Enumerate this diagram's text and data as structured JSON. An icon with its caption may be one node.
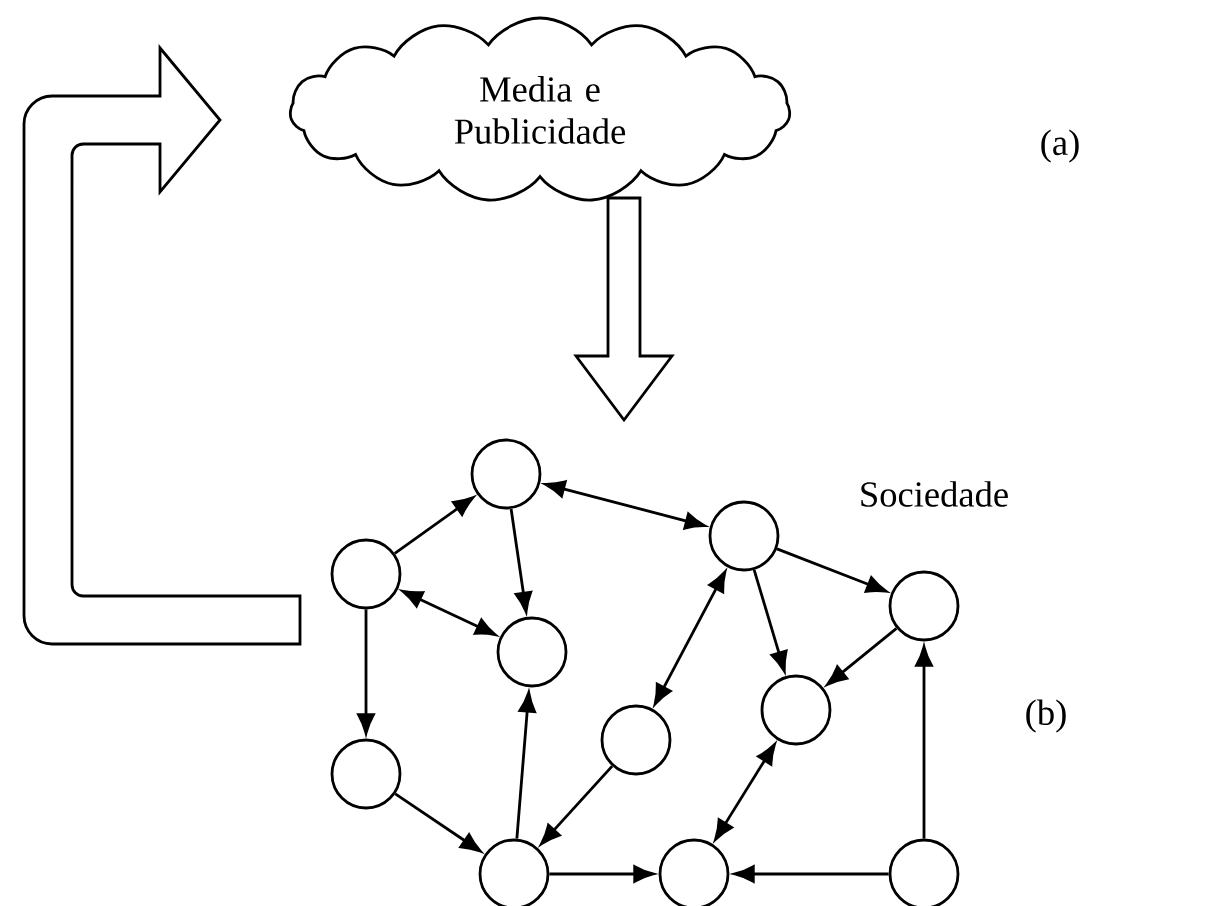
{
  "diagram": {
    "nodes": [
      {
        "text": [
          "Media e Publicidade"
        ]
      },
      {
        "text": [],
        "shape": "circle"
      },
      {
        "text": [],
        "shape": "circle"
      },
      {
        "text": [],
        "shape": "circle"
      },
      {
        "text": [],
        "shape": "circle"
      },
      {
        "text": [],
        "shape": "circle"
      },
      {
        "text": [],
        "shape": "circle"
      },
      {
        "text": [],
        "shape": "circle"
      },
      {
        "text": [],
        "shape": "circle"
      },
      {
        "text": [],
        "shape": "circle"
      },
      {
        "text": [],
        "shape": "circle"
      },
      {
        "text": [],
        "shape": "circle"
      }
    ],
    "edges": [
      {
        "from": 0,
        "to": null,
        "arrow": "to"
      },
      {
        "from": null,
        "to": 0,
        "arrow": "to"
      },
      {
        "from": 1,
        "to": 3,
        "arrow": "to"
      },
      {
        "from": 3,
        "to": 5,
        "arrow": "to"
      },
      {
        "from": 1,
        "to": 5,
        "arrow": "both"
      },
      {
        "from": 1,
        "to": 2,
        "arrow": "to"
      },
      {
        "from": 2,
        "to": 4,
        "arrow": "to"
      },
      {
        "from": 4,
        "to": 5,
        "arrow": "to"
      },
      {
        "from": 6,
        "to": 4,
        "arrow": "to"
      },
      {
        "from": 4,
        "to": 7,
        "arrow": "to"
      },
      {
        "from": 3,
        "to": 8,
        "arrow": "both"
      },
      {
        "from": 8,
        "to": 6,
        "arrow": "both"
      },
      {
        "from": 8,
        "to": 9,
        "arrow": "to"
      },
      {
        "from": 8,
        "to": 10,
        "arrow": "to"
      },
      {
        "from": 10,
        "to": 9,
        "arrow": "to"
      },
      {
        "from": 9,
        "to": 7,
        "arrow": "both"
      },
      {
        "from": 11,
        "to": 7,
        "arrow": "to"
      },
      {
        "from": 11,
        "to": 10,
        "arrow": "to"
      }
    ],
    "labels": [
      "(a)",
      "Sociedade",
      "(b)"
    ]
  }
}
